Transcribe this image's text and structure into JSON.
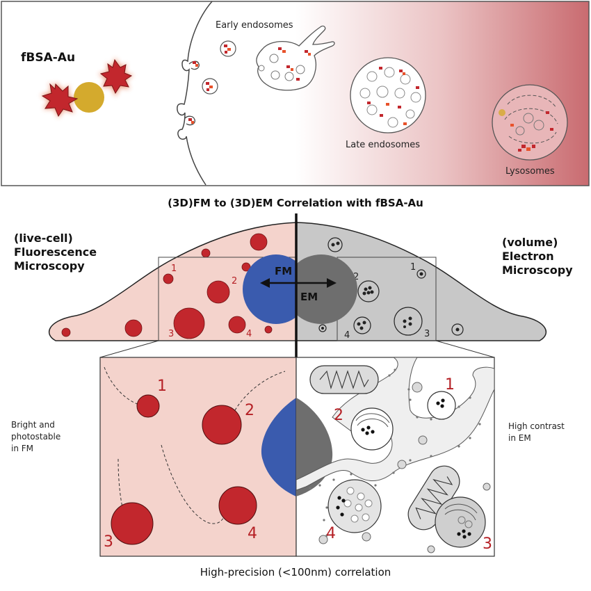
{
  "top_panel": {
    "probe_label": "fBSA-Au",
    "early_label": "Early endosomes",
    "late_label": "Late endosomes",
    "lyso_label": "Lysosomes"
  },
  "main_title": "(3D)FM to (3D)EM Correlation with fBSA-Au",
  "left_heading": [
    "(live-cell)",
    "Fluorescence",
    "Microscopy"
  ],
  "right_heading": [
    "(volume)",
    "Electron",
    "Microscopy"
  ],
  "overlap": {
    "fm": "FM",
    "em": "EM"
  },
  "numbers": [
    "1",
    "2",
    "3",
    "4"
  ],
  "left_note": [
    "Bright and",
    "photostable",
    "in FM"
  ],
  "right_note": [
    "High contrast",
    "in EM"
  ],
  "footer": "High-precision (<100nm) correlation",
  "colors": {
    "fm_fill": "#f4d3cc",
    "em_fill": "#c8c8c8",
    "red": "#c2272d",
    "blue": "#3a5bae",
    "gold": "#d4aa2d",
    "gradient_end": "#c96b70"
  }
}
